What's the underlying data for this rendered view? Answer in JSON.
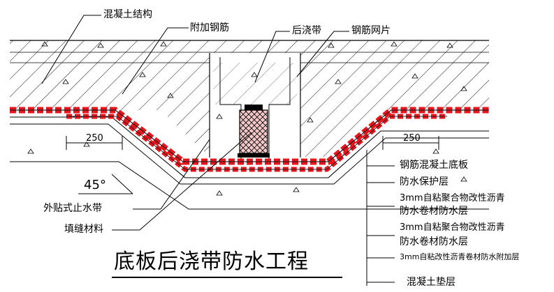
{
  "labels": {
    "concrete_structure": "混凝土结构",
    "additional_rebar": "附加钢筋",
    "post_pour_strip": "后浇带",
    "rebar_mesh": "钢筋网片",
    "dim_left": "250",
    "dim_right": "250",
    "angle": "45°",
    "external_waterstop": "外贴式止水带",
    "filler_material": "填缝材料",
    "rc_base_slab": "钢筋混凝土底板",
    "protective_layer": "防水保护层",
    "membrane_1_line1": "3mm自粘聚合物改性沥青",
    "membrane_1_line2": "防水卷材防水层",
    "membrane_2_line1": "3mm自粘聚合物改性沥青",
    "membrane_2_line2": "防水卷材防水层",
    "additional_layer": "3mm自粘改性沥青卷材防水附加层",
    "cushion_layer": "混凝土垫层"
  },
  "title": "底板后浇带防水工程",
  "colors": {
    "line": "#000000",
    "membrane_red": "#e8141c",
    "membrane_dark": "#222222",
    "filler_pink": "#f3c9c9",
    "background": "#ffffff"
  }
}
